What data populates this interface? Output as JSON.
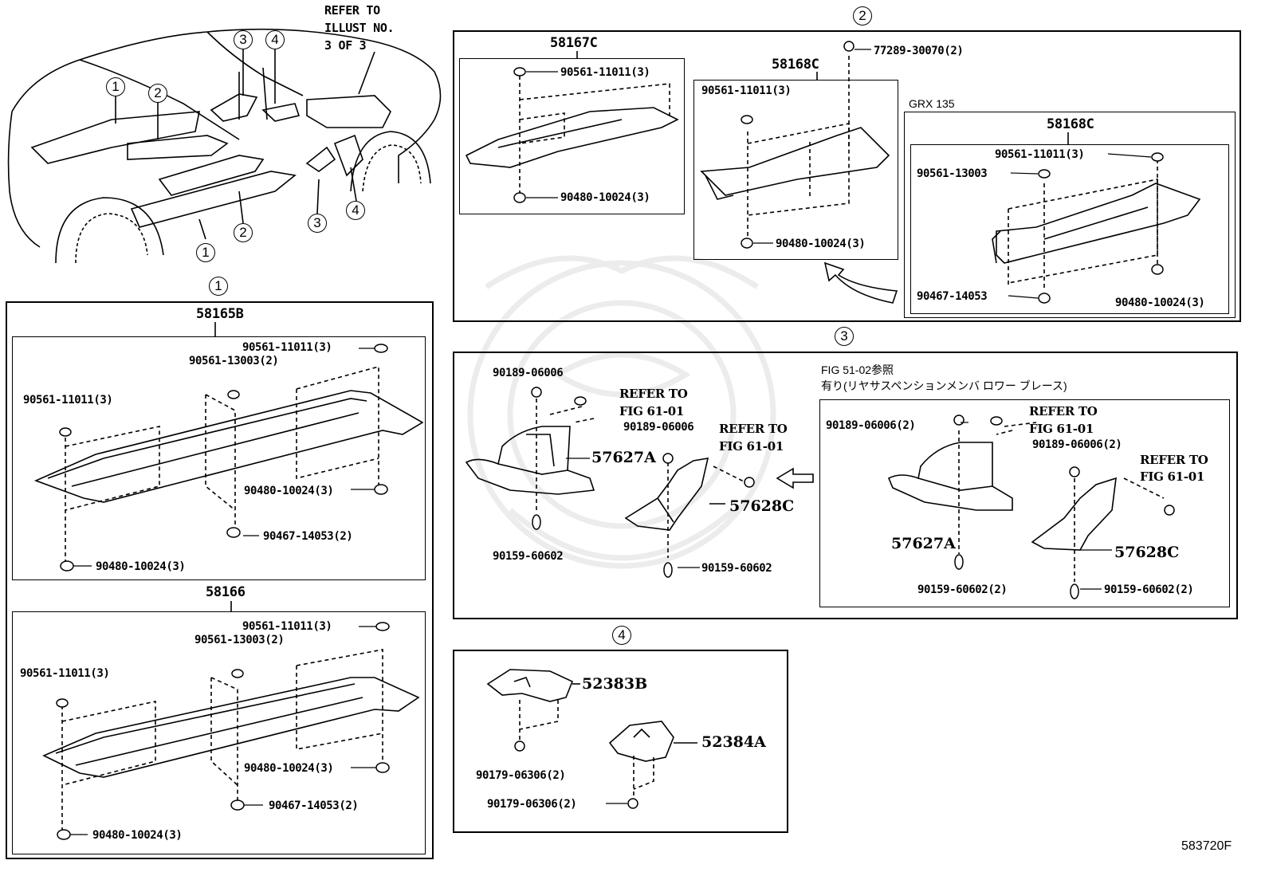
{
  "overview": {
    "refer_line1": "REFER TO",
    "refer_line2": "ILLUST NO.",
    "refer_line3": "3 OF 3",
    "callouts": [
      "1",
      "2",
      "3",
      "4",
      "1",
      "2",
      "3",
      "4"
    ]
  },
  "section1": {
    "circle": "1",
    "asm1": {
      "part": "58165B",
      "labels": [
        "90561-11011(3)",
        "90561-13003(2)",
        "90561-11011(3)",
        "90480-10024(3)",
        "90467-14053(2)",
        "90480-10024(3)"
      ]
    },
    "asm2": {
      "part": "58166",
      "labels": [
        "90561-11011(3)",
        "90561-13003(2)",
        "90561-11011(3)",
        "90480-10024(3)",
        "90467-14053(2)",
        "90480-10024(3)"
      ]
    }
  },
  "section2": {
    "circle": "2",
    "clip": "77289-30070(2)",
    "c1": {
      "part": "58167C",
      "labels": [
        "90561-11011(3)",
        "90480-10024(3)"
      ]
    },
    "c2": {
      "part": "58168C",
      "labels": [
        "90561-11011(3)",
        "90480-10024(3)"
      ]
    },
    "c3": {
      "variant": "GRX 135",
      "part": "58168C",
      "labels": [
        "90561-11011(3)",
        "90561-13003",
        "90467-14053",
        "90480-10024(3)"
      ]
    }
  },
  "section3": {
    "circle": "3",
    "left": {
      "labels": [
        "90189-06006",
        "90189-06006",
        "90159-60602",
        "90159-60602"
      ],
      "refer_a": [
        "REFER TO",
        "FIG 61-01"
      ],
      "refer_b": [
        "REFER TO",
        "FIG 61-01"
      ],
      "parts": [
        "57627A",
        "57628C"
      ]
    },
    "note_line1": "FIG 51-02参照",
    "note_line2": "有り(リヤサスペンションメンバ ロワー ブレース)",
    "right": {
      "labels": [
        "90189-06006(2)",
        "90189-06006(2)",
        "90159-60602(2)",
        "90159-60602(2)"
      ],
      "refer_a": [
        "REFER TO",
        "FIG 61-01"
      ],
      "refer_b": [
        "REFER TO",
        "FIG 61-01"
      ],
      "parts": [
        "57627A",
        "57628C"
      ]
    }
  },
  "section4": {
    "circle": "4",
    "parts": [
      "52383B",
      "52384A"
    ],
    "labels": [
      "90179-06306(2)",
      "90179-06306(2)"
    ]
  },
  "figure_id": "583720F"
}
